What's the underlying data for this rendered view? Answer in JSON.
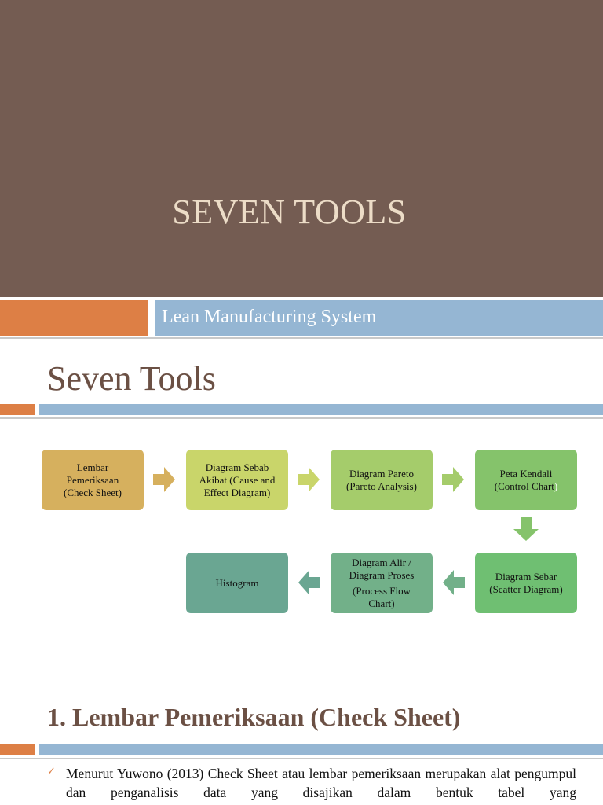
{
  "slide1": {
    "title": "SEVEN TOOLS",
    "subtitle": "Lean Manufacturing System",
    "colors": {
      "background": "#745c52",
      "title": "#ecdcc7",
      "orange": "#dd7f45",
      "blue": "#95b6d3"
    }
  },
  "slide2": {
    "heading": "Seven Tools",
    "diagram": {
      "nodes": [
        {
          "id": "check-sheet",
          "lines": [
            "Lembar Pemeriksaan (Check Sheet)"
          ],
          "color": "#d6b05e"
        },
        {
          "id": "cause-effect",
          "lines": [
            "Diagram Sebab Akibat (Cause and Effect Diagram)"
          ],
          "color": "#c9d56a"
        },
        {
          "id": "pareto",
          "lines": [
            "Diagram Pareto (Pareto Analysis)"
          ],
          "color": "#a5cc6b"
        },
        {
          "id": "control-chart",
          "lines": [
            "Peta Kendali (Control Chart",
            ")"
          ],
          "color": "#85c36b"
        },
        {
          "id": "scatter",
          "lines": [
            "Diagram Sebar (Scatter Diagram)"
          ],
          "color": "#6fbf72"
        },
        {
          "id": "process-flow",
          "lines": [
            "Diagram Alir / Diagram Proses",
            "(Process Flow Chart)"
          ],
          "color": "#72b089"
        },
        {
          "id": "histogram",
          "lines": [
            "Histogram"
          ],
          "color": "#6aa692"
        }
      ],
      "arrow_colors": [
        "#d6b05e",
        "#c9d56a",
        "#a5cc6b",
        "#85c36b",
        "#72b089",
        "#6aa692"
      ]
    },
    "section_heading": "1. Lembar Pemeriksaan (Check Sheet)",
    "bullet_marker": "✓",
    "bullet_text": "Menurut Yuwono (2013) Check Sheet atau lembar pemeriksaan merupakan alat pengumpul dan penganalisis data yang disajikan dalam bentuk tabel yang"
  }
}
